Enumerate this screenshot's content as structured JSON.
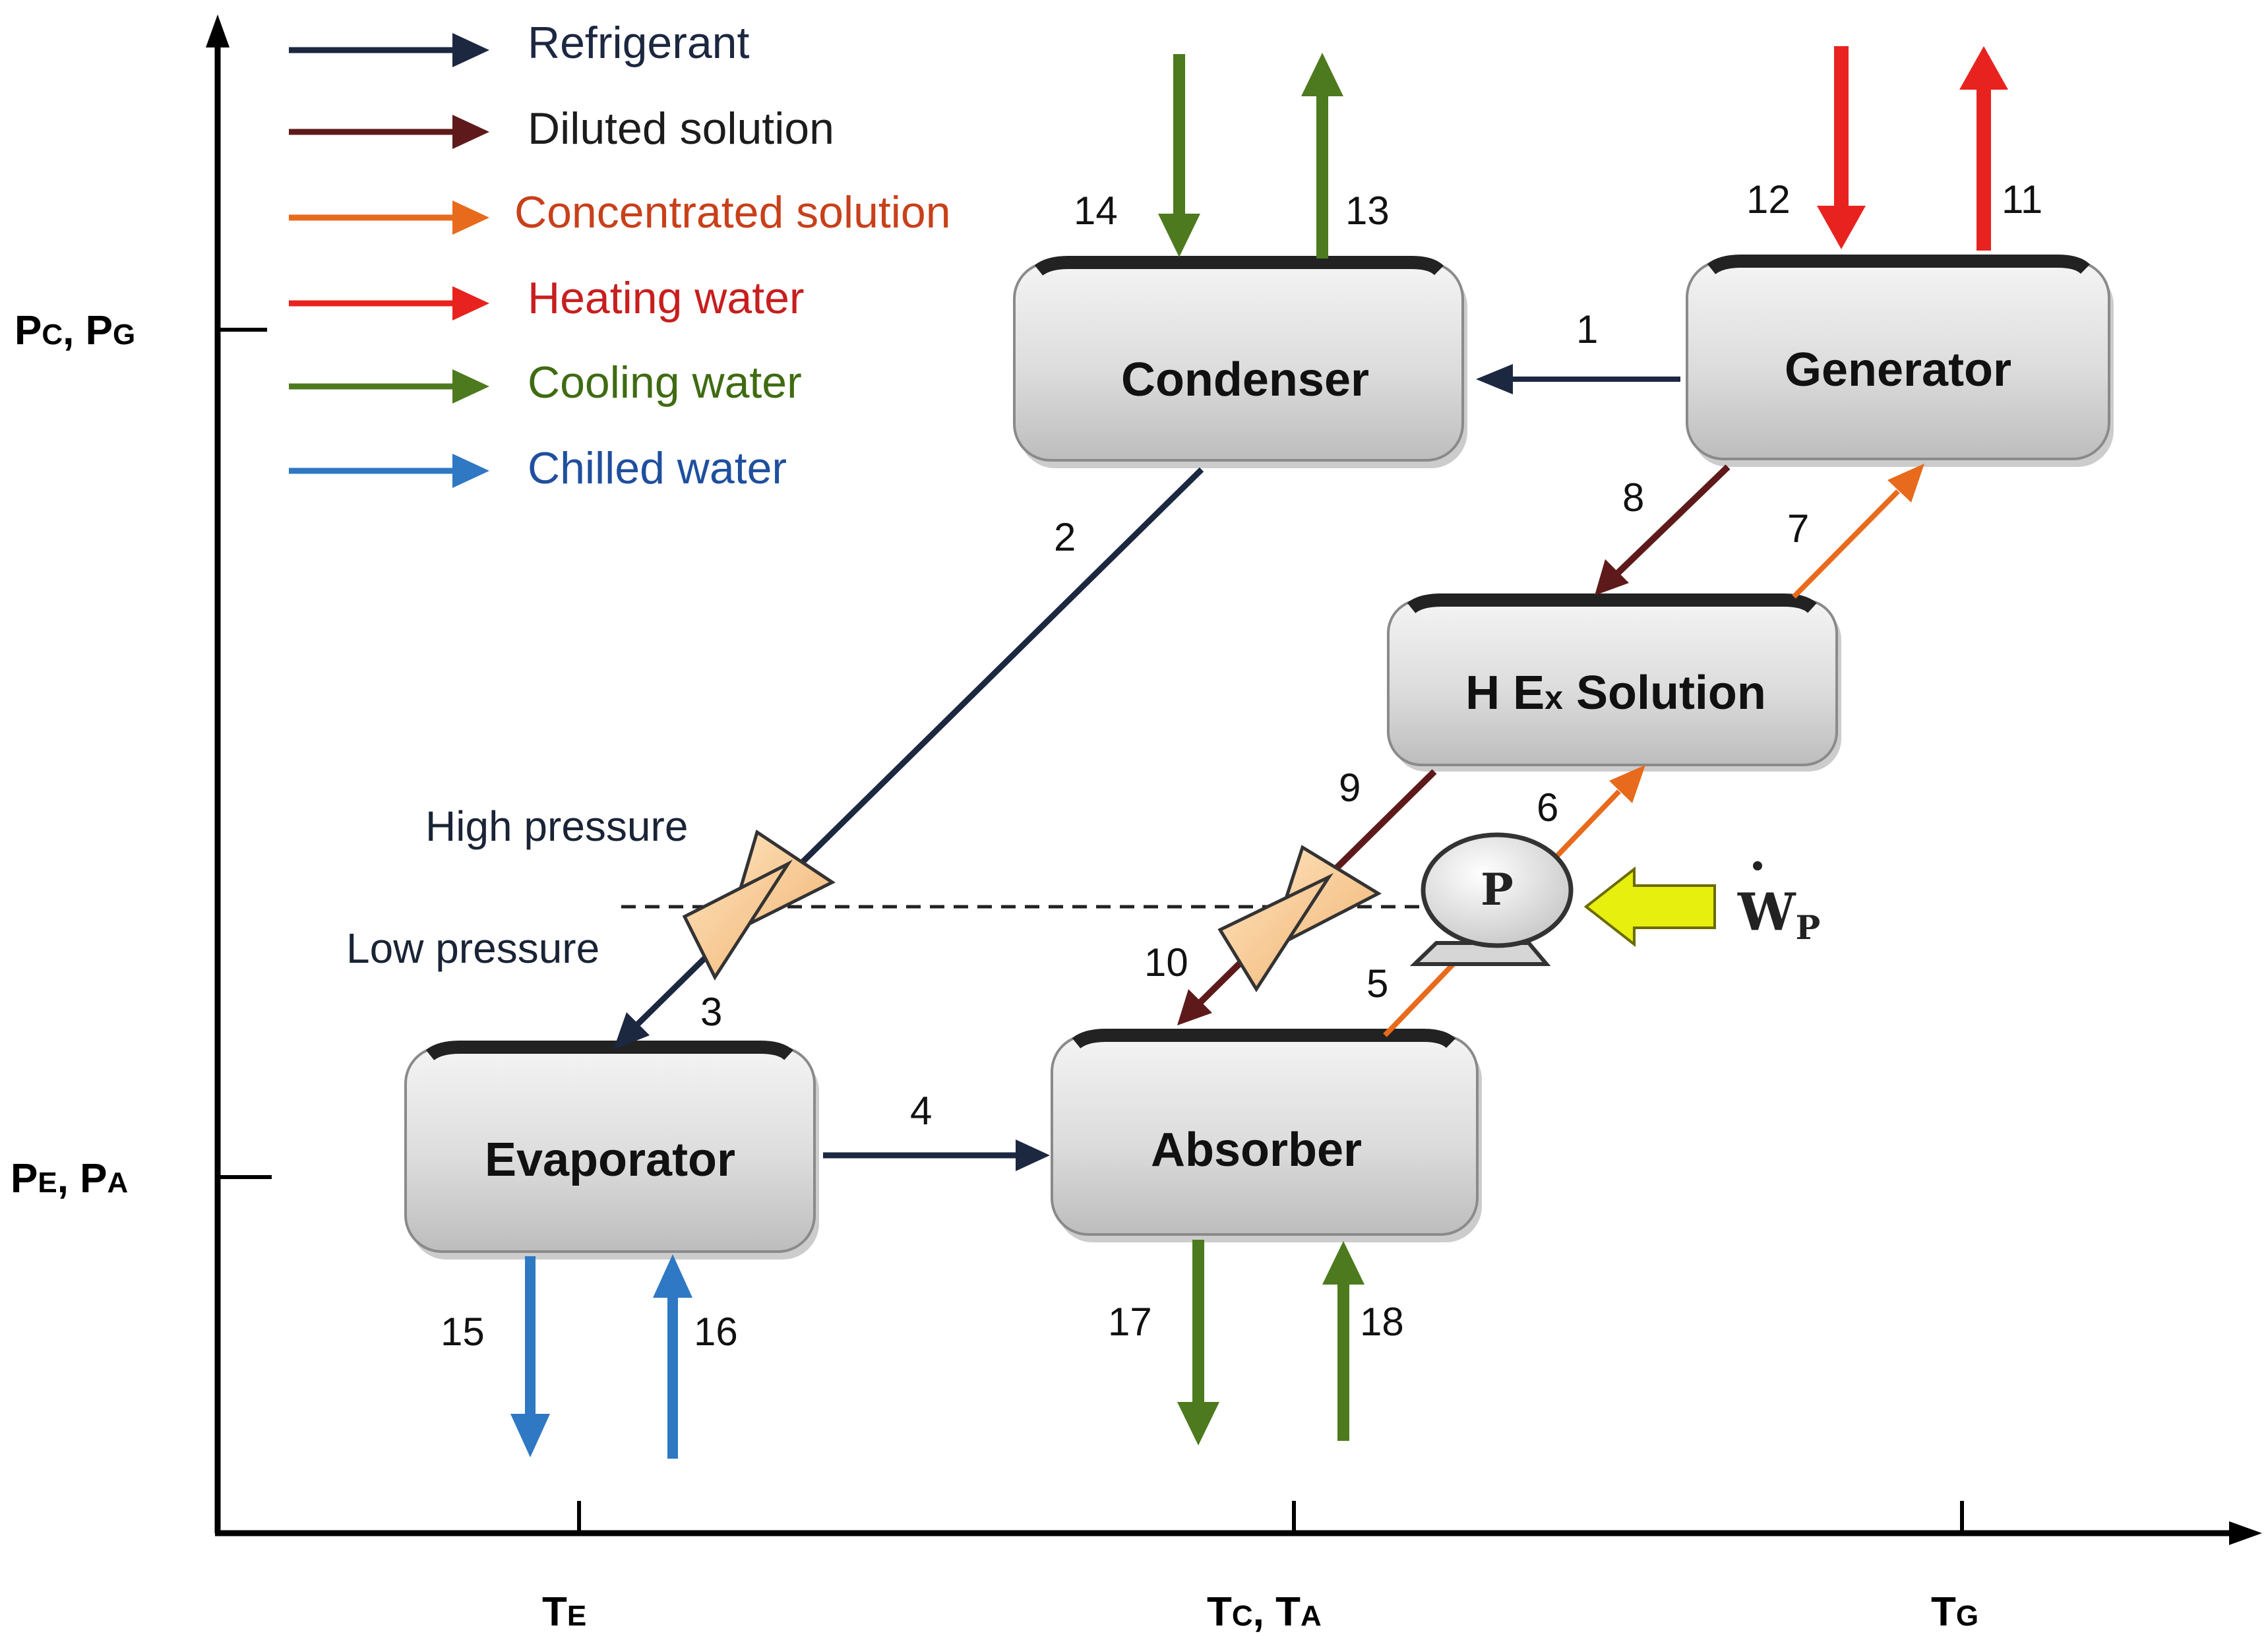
{
  "colors": {
    "refrigerant": "#1c2740",
    "diluted": "#5e1a1a",
    "concentrated": "#e86a1c",
    "heating": "#e8231f",
    "cooling": "#4d7a1e",
    "chilled": "#2f78c4",
    "axis": "#000000",
    "wp_arrow": "#e6ef0e"
  },
  "legend": [
    {
      "key": "refrigerant",
      "label": "Refrigerant"
    },
    {
      "key": "diluted",
      "label": "Diluted solution"
    },
    {
      "key": "concentrated",
      "label": "Concentrated solution"
    },
    {
      "key": "heating",
      "label": "Heating water"
    },
    {
      "key": "cooling",
      "label": "Cooling water"
    },
    {
      "key": "chilled",
      "label": "Chilled water"
    }
  ],
  "components": {
    "condenser": "Condenser",
    "generator": "Generator",
    "hex_prefix": "H E",
    "hex_sub": "x",
    "hex_suffix": " Solution",
    "evaporator": "Evaporator",
    "absorber": "Absorber",
    "pump": "P"
  },
  "axes": {
    "y_high_main": "P",
    "y_high_sub1": "C",
    "y_high_mid": ", P",
    "y_high_sub2": "G",
    "y_low_main": "P",
    "y_low_sub1": "E",
    "y_low_mid": ", P",
    "y_low_sub2": "A",
    "x_te_main": "T",
    "x_te_sub": "E",
    "x_tcta_main": "T",
    "x_tcta_sub1": "C",
    "x_tcta_mid": ", T",
    "x_tcta_sub2": "A",
    "x_tg_main": "T",
    "x_tg_sub": "G"
  },
  "pressure": {
    "high": "High pressure",
    "low": "Low pressure"
  },
  "work": {
    "main": "W",
    "sub": "P"
  },
  "states": [
    "1",
    "2",
    "3",
    "4",
    "5",
    "6",
    "7",
    "8",
    "9",
    "10",
    "11",
    "12",
    "13",
    "14",
    "15",
    "16",
    "17",
    "18"
  ]
}
